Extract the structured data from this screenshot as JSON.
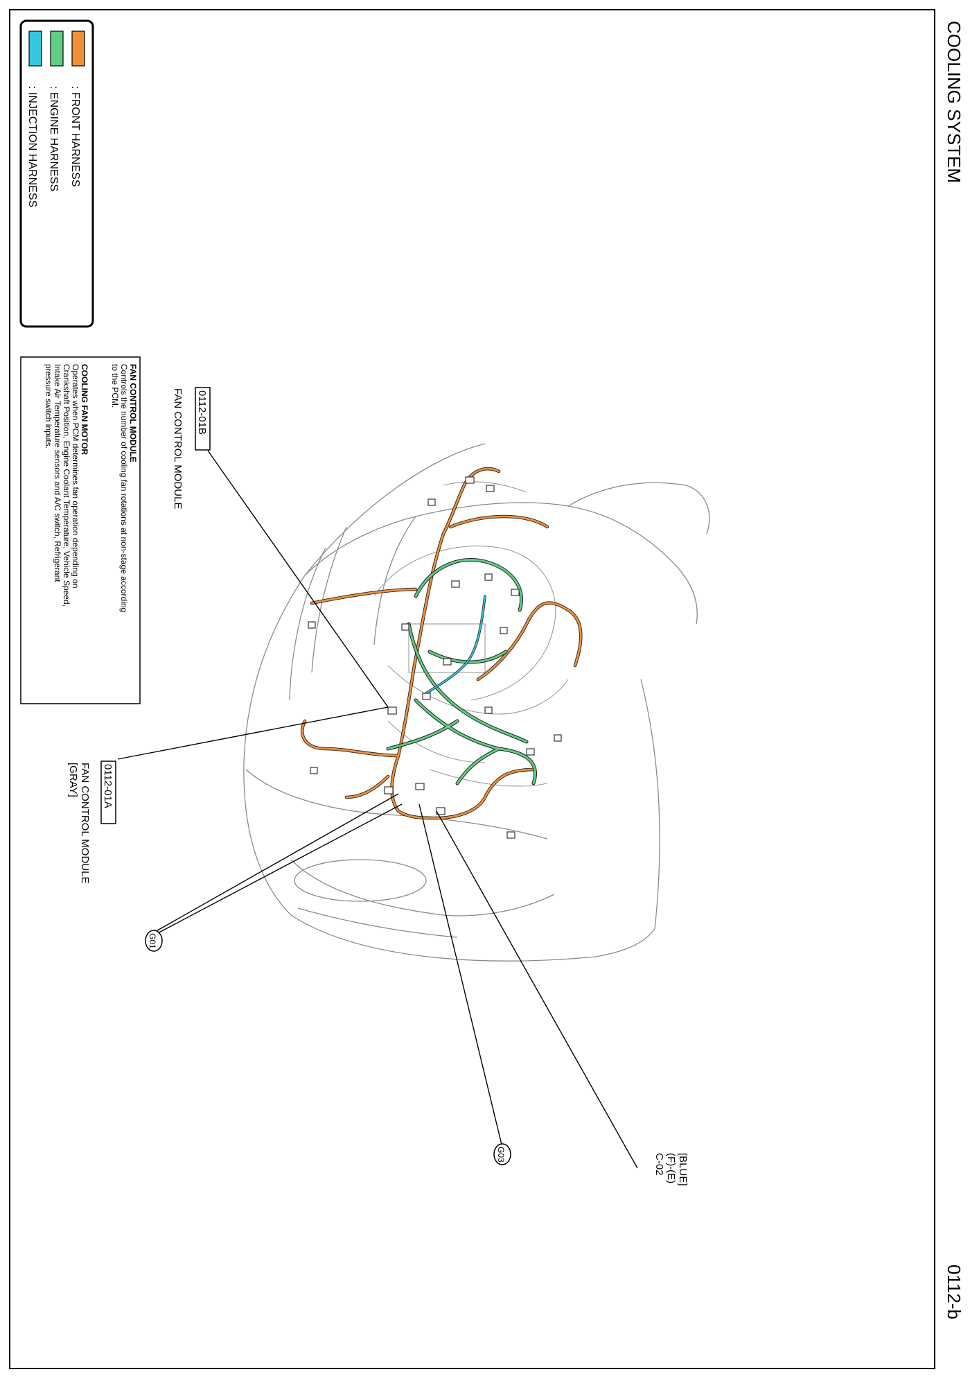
{
  "header": {
    "title": "COOLING SYSTEM",
    "page_code": "0112-b"
  },
  "legend": {
    "items": [
      {
        "label": ": FRONT HARNESS",
        "color": "#f0913a"
      },
      {
        "label": ": ENGINE HARNESS",
        "color": "#5fce82"
      },
      {
        "label": ": INJECTION HARNESS",
        "color": "#33c7e0"
      }
    ]
  },
  "description": {
    "fan_control_module": {
      "title": "FAN CONTROL MODULE",
      "lines": [
        "Controls the number of cooling fan rotations at non-stage according",
        "to the PCM."
      ]
    },
    "cooling_fan_motor": {
      "title": "COOLING FAN MOTOR",
      "lines": [
        "Operates when PCM determines fan operation depending on",
        "Crankshaft Position, Engine Coolant Temperature, Vehicle Speed,",
        "Intake Air Temperature sensors and A/C switch, Refrigerant",
        "pressure switch inputs."
      ]
    }
  },
  "callouts": {
    "c0112_01b": {
      "code": "0112-01B",
      "name": "FAN CONTROL MODULE"
    },
    "c0112_01a": {
      "code": "0112-01A",
      "name": "FAN CONTROL MODULE",
      "color_tag": "[GRAY]"
    },
    "c_02": {
      "color_tag": "[BLUE]",
      "location": "(F)-(E)",
      "code": "C-02"
    },
    "ground_g01": "G01",
    "ground_g03": "G03"
  }
}
